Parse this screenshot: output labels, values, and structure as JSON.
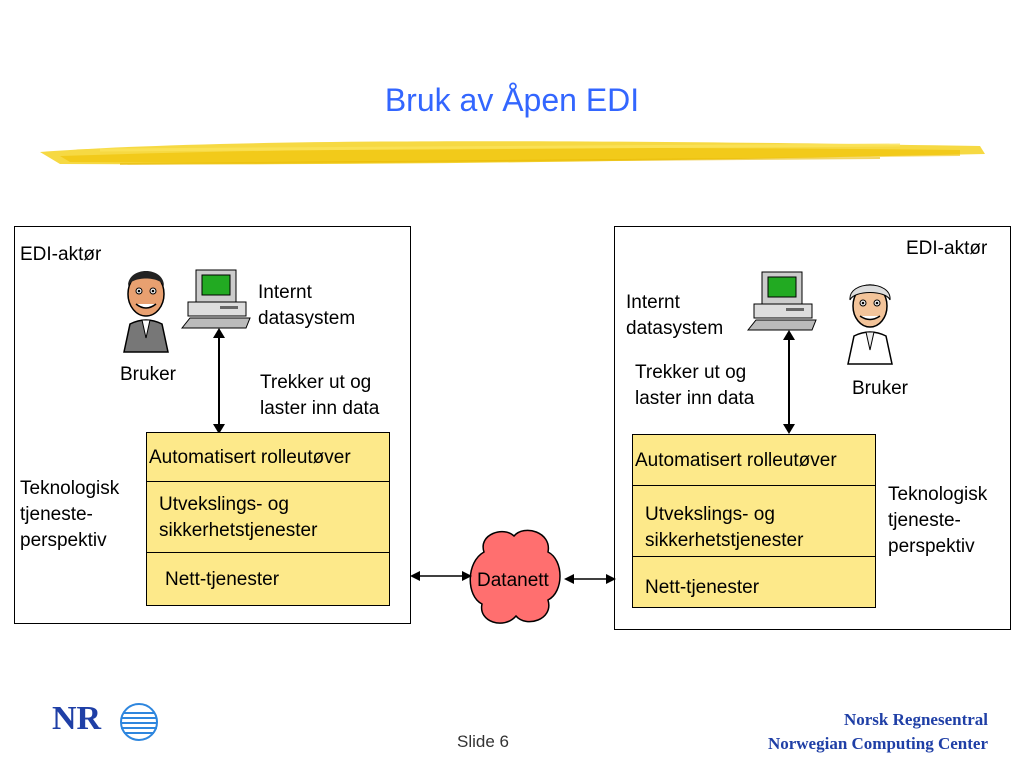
{
  "title": "Bruk av Åpen EDI",
  "colors": {
    "title": "#3366ff",
    "brush": "#f5d222",
    "stack_fill": "#fde98a",
    "cloud_fill": "#ff6f6f",
    "screen": "#22aa22",
    "footer": "#1f3fa6"
  },
  "left": {
    "actor_label": "EDI-aktør",
    "user_label": "Bruker",
    "system_label_1": "Internt",
    "system_label_2": "datasystem",
    "flow_label_1": "Trekker ut og",
    "flow_label_2": "laster inn data",
    "layer_top": "Automatisert rolleutøver",
    "layer_mid_1": "Utvekslings- og",
    "layer_mid_2": "sikkerhetstjenester",
    "layer_bottom": "Nett-tjenester",
    "tech_1": "Teknologisk",
    "tech_2": "tjeneste-",
    "tech_3": "perspektiv"
  },
  "right": {
    "actor_label": "EDI-aktør",
    "user_label": "Bruker",
    "system_label_1": "Internt",
    "system_label_2": "datasystem",
    "flow_label_1": "Trekker ut og",
    "flow_label_2": "laster inn data",
    "layer_top": "Automatisert rolleutøver",
    "layer_mid_1": "Utvekslings- og",
    "layer_mid_2": "sikkerhetstjenester",
    "layer_bottom": "Nett-tjenester",
    "tech_1": "Teknologisk",
    "tech_2": "tjeneste-",
    "tech_3": "perspektiv"
  },
  "network_label": "Datanett",
  "footer": {
    "logo_text": "NR",
    "org_line_1": "Norsk Regnesentral",
    "org_line_2": "Norwegian Computing Center",
    "slide": "Slide 6"
  }
}
